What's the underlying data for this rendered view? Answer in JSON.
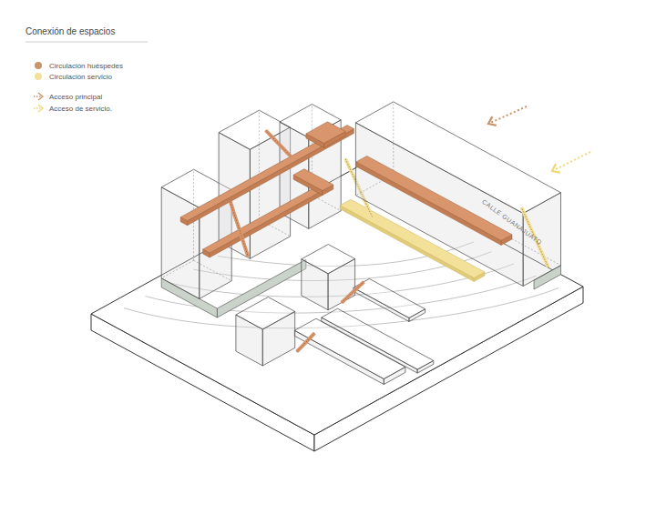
{
  "diagram": {
    "title": "Conexión de espacios",
    "labels": [
      "CALLE GUANAJUATO"
    ],
    "legend": [
      {
        "text": "Circulación  huéspedes",
        "color": "#c8956a"
      },
      {
        "text": "Circulación  servicio",
        "color": "#f3e19a"
      },
      {
        "text": "Acceso principal"
      },
      {
        "text": "Acceso de servicio."
      }
    ]
  }
}
